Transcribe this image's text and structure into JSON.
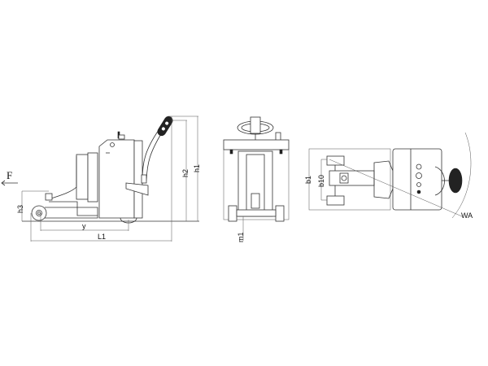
{
  "side_view": {
    "force_label": "F",
    "h3": "h3",
    "y": "y",
    "L1": "L1",
    "h2": "h2",
    "h1": "h1"
  },
  "front_view": {
    "m1": "m1"
  },
  "top_view": {
    "b1": "b1",
    "b10": "b10",
    "WA": "WA"
  }
}
